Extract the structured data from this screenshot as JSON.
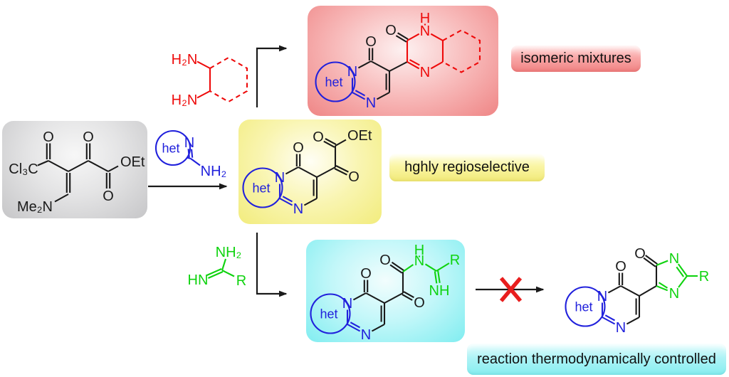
{
  "labels": {
    "isomeric_mixtures": "isomeric mixtures",
    "highly_regioselective": "hghly regioselective",
    "thermodynamically_controlled": "reaction thermodynamically controlled"
  },
  "atoms": {
    "O": "O",
    "N": "N",
    "H": "H",
    "NH": "NH",
    "NH2": "NH₂",
    "H2N": "H₂N",
    "HN": "HN",
    "R": "R",
    "OEt": "OEt",
    "Cl3C": "Cl₃C",
    "Me2N": "Me₂N",
    "het": "het"
  },
  "colors": {
    "bond_black": "#1a1a1a",
    "het_blue": "#2121dc",
    "fragment_red": "#ee0a0a",
    "fragment_green": "#0fd30f",
    "x_mark_red": "#e81e1e",
    "substrate_box": "#c6c6c8",
    "isomeric_box": "#ef8585",
    "regioselective_box": "#f2ec7d",
    "kinetic_box": "#80edf0"
  }
}
